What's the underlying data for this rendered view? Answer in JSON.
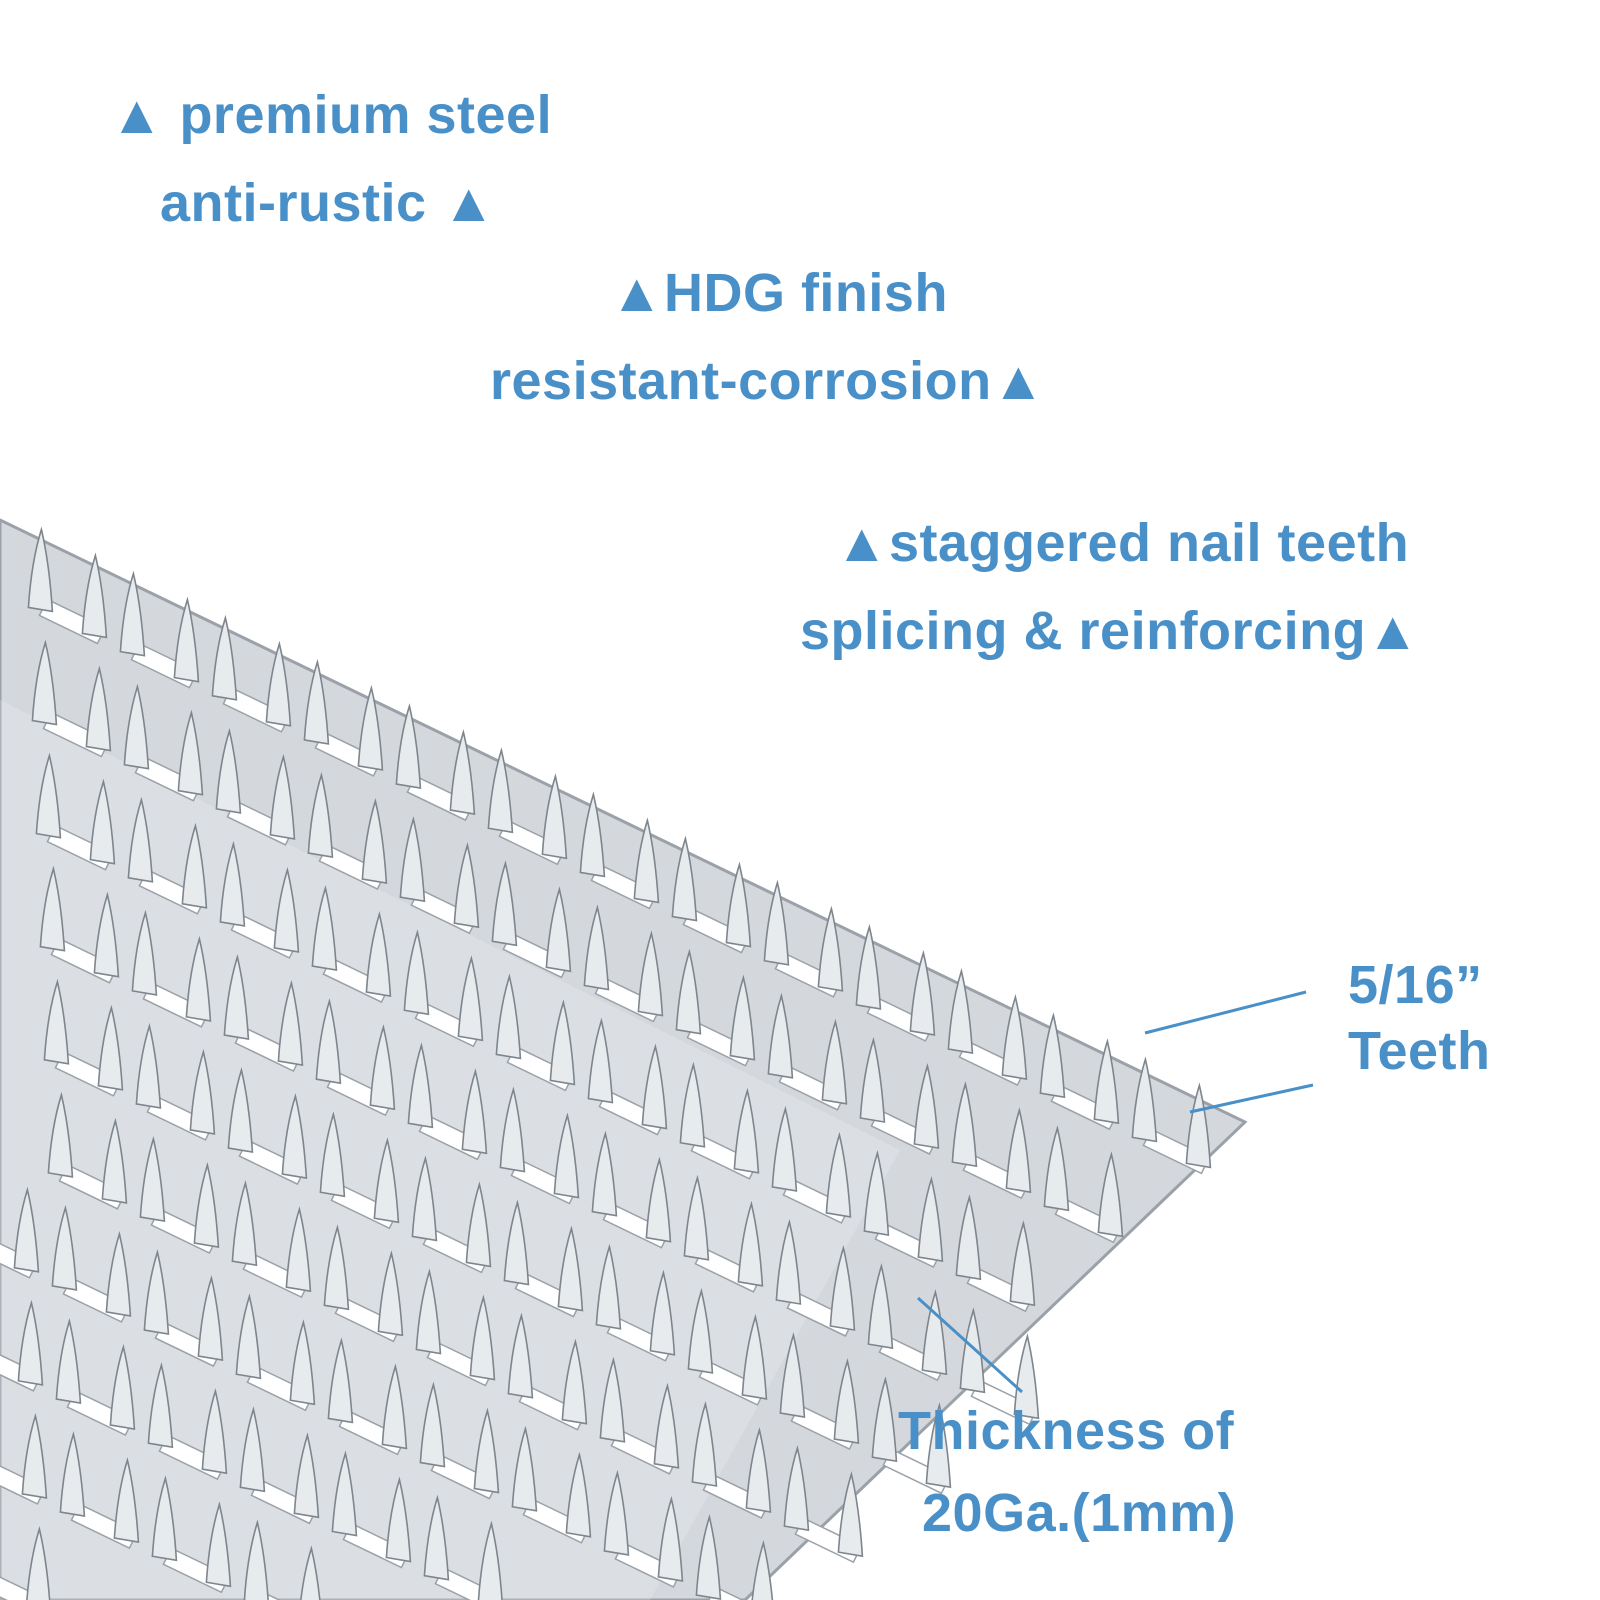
{
  "colors": {
    "text_accent": "#4a90c8",
    "plate_fill": "#d4d8dd",
    "plate_edge": "#9aa1a8",
    "tooth_fill": "#e8ebee",
    "slot_fill": "#ffffff",
    "callout_line": "#4a90c8"
  },
  "icon": "triangle-bullet-icon",
  "features": {
    "premium_steel": "▲ premium steel",
    "anti_rustic": "anti-rustic ▲",
    "hdg_finish": "▲HDG finish",
    "resistant_corrosion": "resistant-corrosion▲",
    "staggered_teeth": "▲staggered nail teeth",
    "splicing": "splicing & reinforcing▲"
  },
  "callouts": {
    "teeth_size": "5/16”",
    "teeth_label": "Teeth",
    "thickness_label": "Thickness of",
    "thickness_value": "20Ga.(1mm)"
  }
}
